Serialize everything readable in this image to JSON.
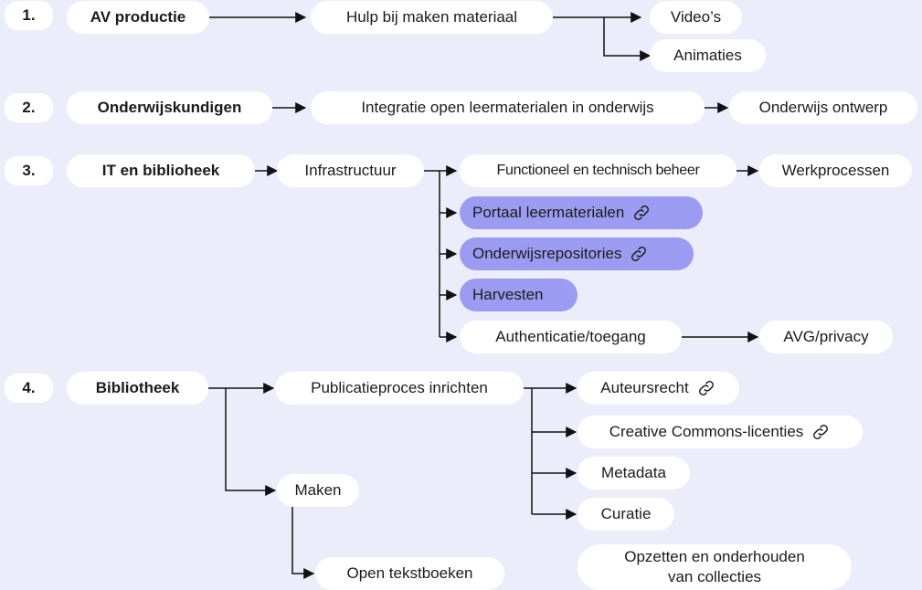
{
  "rows": [
    {
      "number": "1.",
      "department": "AV productie",
      "nodes": {
        "n1": "Hulp bij maken materiaal",
        "n2": "Video’s",
        "n3": "Animaties"
      }
    },
    {
      "number": "2.",
      "department": "Onderwijskundigen",
      "nodes": {
        "n1": "Integratie open leermaterialen in onderwijs",
        "n2": "Onderwijs ontwerp"
      }
    },
    {
      "number": "3.",
      "department": "IT en biblioheek",
      "nodes": {
        "n1": "Infrastructuur",
        "n2": "Functioneel en technisch beheer",
        "n3": "Werkprocessen",
        "n4": "Portaal leermaterialen",
        "n5": "Onderwijsrepositories",
        "n6": "Harvesten",
        "n7": "Authenticatie/toegang",
        "n8": "AVG/privacy"
      }
    },
    {
      "number": "4.",
      "department": "Bibliotheek",
      "nodes": {
        "n1": "Publicatieproces inrichten",
        "n2": "Auteursrecht",
        "n3": "Creative Commons-licenties",
        "n4": "Metadata",
        "n5": "Curatie",
        "n6": "Opzetten en onderhouden van collecties",
        "n7": "Maken",
        "n8": "Open tekstboeken"
      }
    }
  ],
  "colors": {
    "background": "#ecedfa",
    "highlight": "#9b9bf1",
    "line": "#111111"
  },
  "icons": {
    "link": "link-icon"
  }
}
